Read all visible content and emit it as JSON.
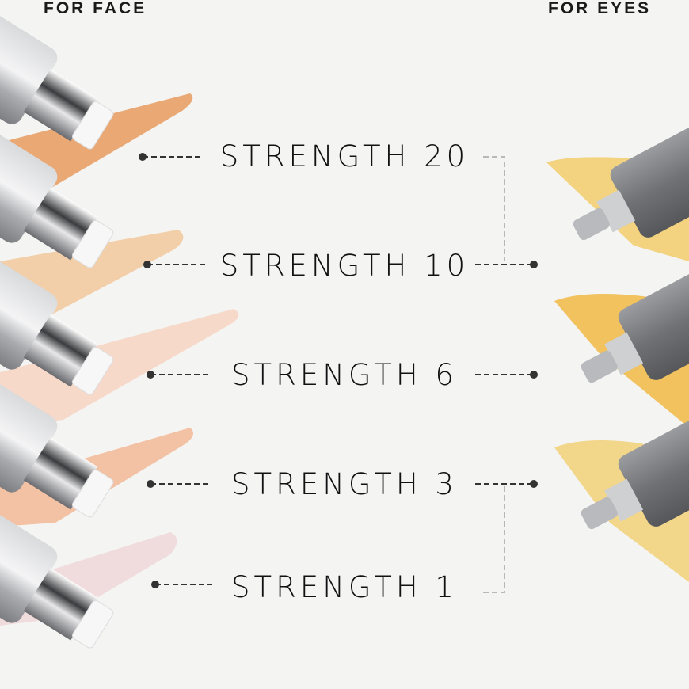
{
  "headers": {
    "face": "FOR FACE",
    "eyes": "FOR EYES"
  },
  "strengths": [
    "STRENGTH 20",
    "STRENGTH 10",
    "STRENGTH 6",
    "STRENGTH 3",
    "STRENGTH 1"
  ],
  "colors": {
    "background": "#f4f4f3",
    "face_swatches": [
      "#e9a874",
      "#f2cfa8",
      "#f7d9c9",
      "#f3c2a4",
      "#f1dcdd"
    ],
    "eye_swatches": [
      "#f3d37f",
      "#f1c25e",
      "#f2d689"
    ],
    "connector": "#333333",
    "bracket": "#b8b8b8"
  }
}
